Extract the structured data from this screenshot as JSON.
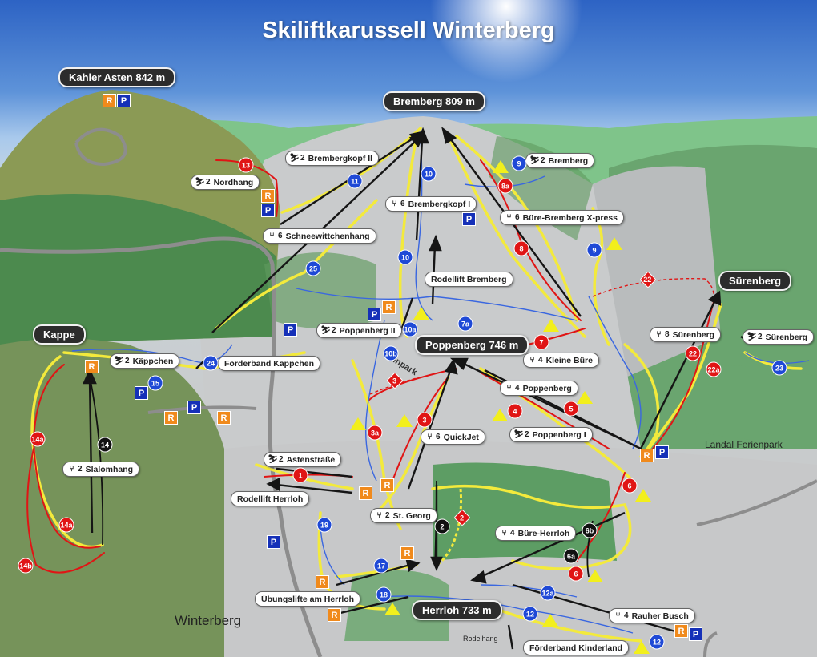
{
  "title": "Skiliftkarussell Winterberg",
  "peaks": {
    "kahler_asten": "Kahler Asten 842 m",
    "bremberg": "Bremberg 809 m",
    "kappe": "Kappe",
    "surenberg": "Sürenberg",
    "poppenberg": "Poppenberg 746 m",
    "herrloh": "Herrloh 733 m"
  },
  "lifts": {
    "brembergkopf_ii": {
      "num": "2",
      "name": "Brembergkopf II"
    },
    "bremberg": {
      "num": "2",
      "name": "Bremberg"
    },
    "nordhang": {
      "num": "2",
      "name": "Nordhang"
    },
    "brembergkopf_i": {
      "num": "6",
      "name": "Brembergkopf I"
    },
    "bure_bremberg": {
      "num": "6",
      "name": "Büre-Bremberg X-press"
    },
    "schneewittchen": {
      "num": "6",
      "name": "Schneewittchenhang"
    },
    "poppenberg_ii": {
      "num": "2",
      "name": "Poppenberg II"
    },
    "surenberg_8": {
      "num": "8",
      "name": "Sürenberg"
    },
    "surenberg_2": {
      "num": "2",
      "name": "Sürenberg"
    },
    "kappchen": {
      "num": "2",
      "name": "Käppchen"
    },
    "kleine_bure": {
      "num": "4",
      "name": "Kleine Büre"
    },
    "poppenberg_4": {
      "num": "4",
      "name": "Poppenberg"
    },
    "quickjet": {
      "num": "6",
      "name": "QuickJet"
    },
    "poppenberg_i": {
      "num": "2",
      "name": "Poppenberg I"
    },
    "astenstrasse": {
      "num": "2",
      "name": "Astenstraße"
    },
    "slalomhang": {
      "num": "2",
      "name": "Slalomhang"
    },
    "st_georg": {
      "num": "2",
      "name": "St. Georg"
    },
    "bure_herrloh": {
      "num": "4",
      "name": "Büre-Herrloh"
    },
    "rauher_busch": {
      "num": "4",
      "name": "Rauher Busch"
    }
  },
  "labels": {
    "rodellift_bremberg": "Rodellift Bremberg",
    "forderband_kappchen": "Förderband Käppchen",
    "rodellift_herrloh": "Rodellift Herrloh",
    "ubungslifte": "Übungslifte am Herrloh",
    "forderband_kinderland": "Förderband Kinderland"
  },
  "places": {
    "landal": "Landal Ferienpark",
    "winterberg": "Winterberg",
    "rodelhang": "Rodelhang",
    "funpark": "Funpark"
  },
  "slopes": {
    "blue": [
      "9",
      "11",
      "10",
      "10",
      "25",
      "10a",
      "7a",
      "10b",
      "15",
      "24",
      "23",
      "19",
      "17",
      "18",
      "12a",
      "12",
      "12",
      "9"
    ],
    "red": [
      "13",
      "8a",
      "8",
      "22",
      "22a",
      "7",
      "5",
      "4",
      "3",
      "3a",
      "1",
      "14a",
      "14a",
      "14b",
      "6",
      "6"
    ],
    "black": [
      "14",
      "2",
      "6b",
      "6a"
    ],
    "freeride": [
      "22",
      "3",
      "2"
    ]
  },
  "service_letters": {
    "restaurant": "R",
    "parking": "P"
  },
  "colors": {
    "sky": "#4a7fd0",
    "blue_slope": "#1f49d6",
    "red_slope": "#e01515",
    "black_slope": "#111111",
    "trail": "#f3ea3c",
    "restaurant": "#f08a1c",
    "parking": "#1530b8"
  },
  "icons": [
    "t-bar-lift-icon",
    "chairlift-icon",
    "restaurant-icon",
    "parking-icon",
    "snow-park-icon"
  ]
}
